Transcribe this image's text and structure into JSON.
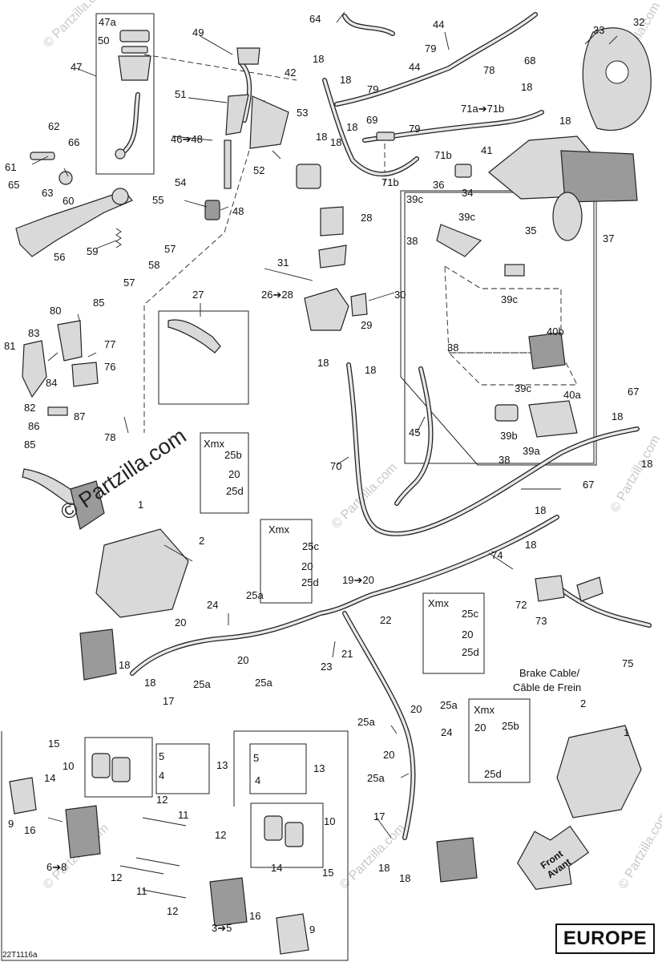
{
  "diagram": {
    "region": "EUROPE",
    "reference_code": "22T1116a",
    "watermark": "© Partzilla.com",
    "note_brake_cable_en": "Brake Cable/",
    "note_brake_cable_fr": "Câble de Frein",
    "direction_arrow": [
      "Front",
      "Avant"
    ],
    "kit_box_label": "Xmx",
    "labels": {
      "l47a": "47a",
      "l50": "50",
      "l47": "47",
      "l49": "49",
      "l64": "64",
      "l44a": "44",
      "l79a": "79",
      "l78": "78",
      "l32": "32",
      "l33": "33",
      "l18a": "18",
      "l42": "42",
      "l18b": "18",
      "l44b": "44",
      "l68": "68",
      "l51": "51",
      "l53": "53",
      "l79b": "79",
      "l18c": "18",
      "l71a": "71a➔71b",
      "l18d": "18",
      "l18e": "18",
      "l62": "62",
      "l46": "46➔48",
      "l18f": "18",
      "l69": "69",
      "l79c": "79",
      "l41": "41",
      "l66": "66",
      "l18g": "18",
      "l52": "52",
      "l71b": "71b",
      "l61": "61",
      "l65": "65",
      "l63": "63",
      "l60": "60",
      "l54": "54",
      "l71b2": "71b",
      "l36": "36",
      "l34": "34",
      "l55": "55",
      "l48": "48",
      "l28": "28",
      "l39c1": "39c",
      "l39c2": "39c",
      "l35": "35",
      "l37": "37",
      "l56": "56",
      "l59": "59",
      "l57a": "57",
      "l58": "58",
      "l38a": "38",
      "l31": "31",
      "l57b": "57",
      "l26": "26➔28",
      "l30": "30",
      "l27": "27",
      "l80": "80",
      "l85a": "85",
      "l29": "29",
      "l39c3": "39c",
      "l83": "83",
      "l77": "77",
      "l40b": "40b",
      "l81": "81",
      "l38b": "38",
      "l84": "84",
      "l76": "76",
      "l18h": "18",
      "l18i": "18",
      "l82": "82",
      "l87": "87",
      "l39c4": "39c",
      "l67a": "67",
      "l40a": "40a",
      "l86": "86",
      "l78b": "78",
      "l18j": "18",
      "l85b": "85",
      "l45": "45",
      "l25b": "25b",
      "l20a": "20",
      "l25d": "25d",
      "l39b": "39b",
      "l39a": "39a",
      "l38c": "38",
      "l18k": "18",
      "l70": "70",
      "l67b": "67",
      "l18l": "18",
      "l1a": "1",
      "l2a": "2",
      "l25c": "25c",
      "l20b": "20",
      "l25d2": "25d",
      "l18m": "18",
      "l74": "74",
      "l25a": "25a",
      "l24": "24",
      "l19": "19➔20",
      "l72": "72",
      "l73": "73",
      "l20c": "20",
      "l22": "22",
      "l25c2": "25c",
      "l20d": "20",
      "l25d3": "25d",
      "l75": "75",
      "l20e": "20",
      "l25a2": "25a",
      "l18n": "18",
      "l18o": "18",
      "l23": "23",
      "l21": "21",
      "l17": "17",
      "l25a3": "25a",
      "l20f": "20",
      "l25a4": "25a",
      "l2b": "2",
      "l1b": "1",
      "l15": "15",
      "l25a5": "25a",
      "l24b": "24",
      "l25b2": "25b",
      "l20g": "20",
      "l10": "10",
      "l5": "5",
      "l13": "13",
      "l5b": "5",
      "l13b": "13",
      "l4": "4",
      "l4b": "4",
      "l14": "14",
      "l20h": "20",
      "l25d4": "25d",
      "l25a6": "25a",
      "l9": "9",
      "l12a": "12",
      "l16": "16",
      "l11a": "11",
      "l12b": "12",
      "l10b": "10",
      "l17b": "17",
      "l6": "6➔8",
      "l18p": "18",
      "l18q": "18",
      "l12c": "12",
      "l11b": "11",
      "l14b": "14",
      "l15b": "15",
      "l12d": "12",
      "l16b": "16",
      "l3": "3➔5",
      "l9b": "9"
    }
  }
}
